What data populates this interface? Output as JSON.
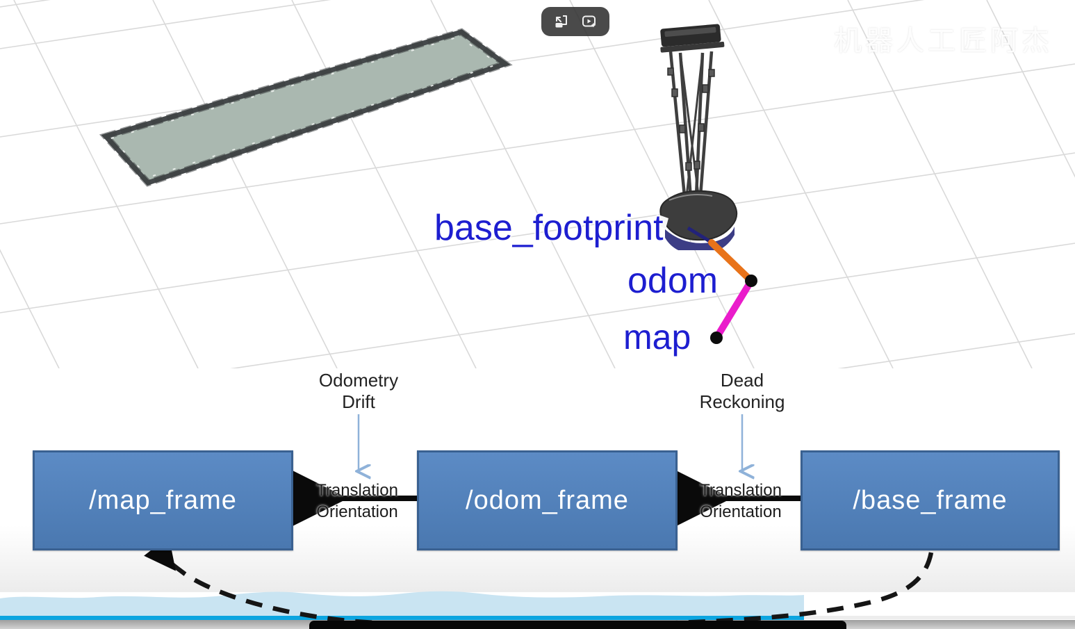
{
  "watermark": {
    "text": "机器人工匠阿杰"
  },
  "player": {
    "icons": {
      "left": "miniplayer-icon",
      "right": "play-sparkle-icon"
    }
  },
  "rviz": {
    "frame_labels": {
      "base": "base_footprint",
      "odom": "odom",
      "map": "map"
    },
    "colors": {
      "label_blue": "#1d1ed0",
      "tf_orange": "#e8731a",
      "tf_magenta": "#ea1ccb",
      "map_fill": "#aab8b0",
      "map_border": "#45494b",
      "grid_line": "#d9d9d9"
    }
  },
  "diagram": {
    "map_box": "/map_frame",
    "odom_box": "/odom_frame",
    "base_box": "/base_frame",
    "arrow1_top": "Translation",
    "arrow1_bottom": "Orientation",
    "arrow2_top": "Translation",
    "arrow2_bottom": "Orientation",
    "ann1_line1": "Odometry",
    "ann1_line2": "Drift",
    "ann2_line1": "Dead",
    "ann2_line2": "Reckoning",
    "colors": {
      "box_fill": "#4f81bd",
      "box_border": "#3a6191",
      "box_text": "#ffffff",
      "thin_arrow": "#8fb2d9",
      "dashed_arrow": "#151515"
    }
  },
  "bottom": {
    "colors": {
      "wave_fill": "#c9e4f2",
      "progress_cyan": "#0ca5e0",
      "caption_bar": "#070707"
    }
  }
}
